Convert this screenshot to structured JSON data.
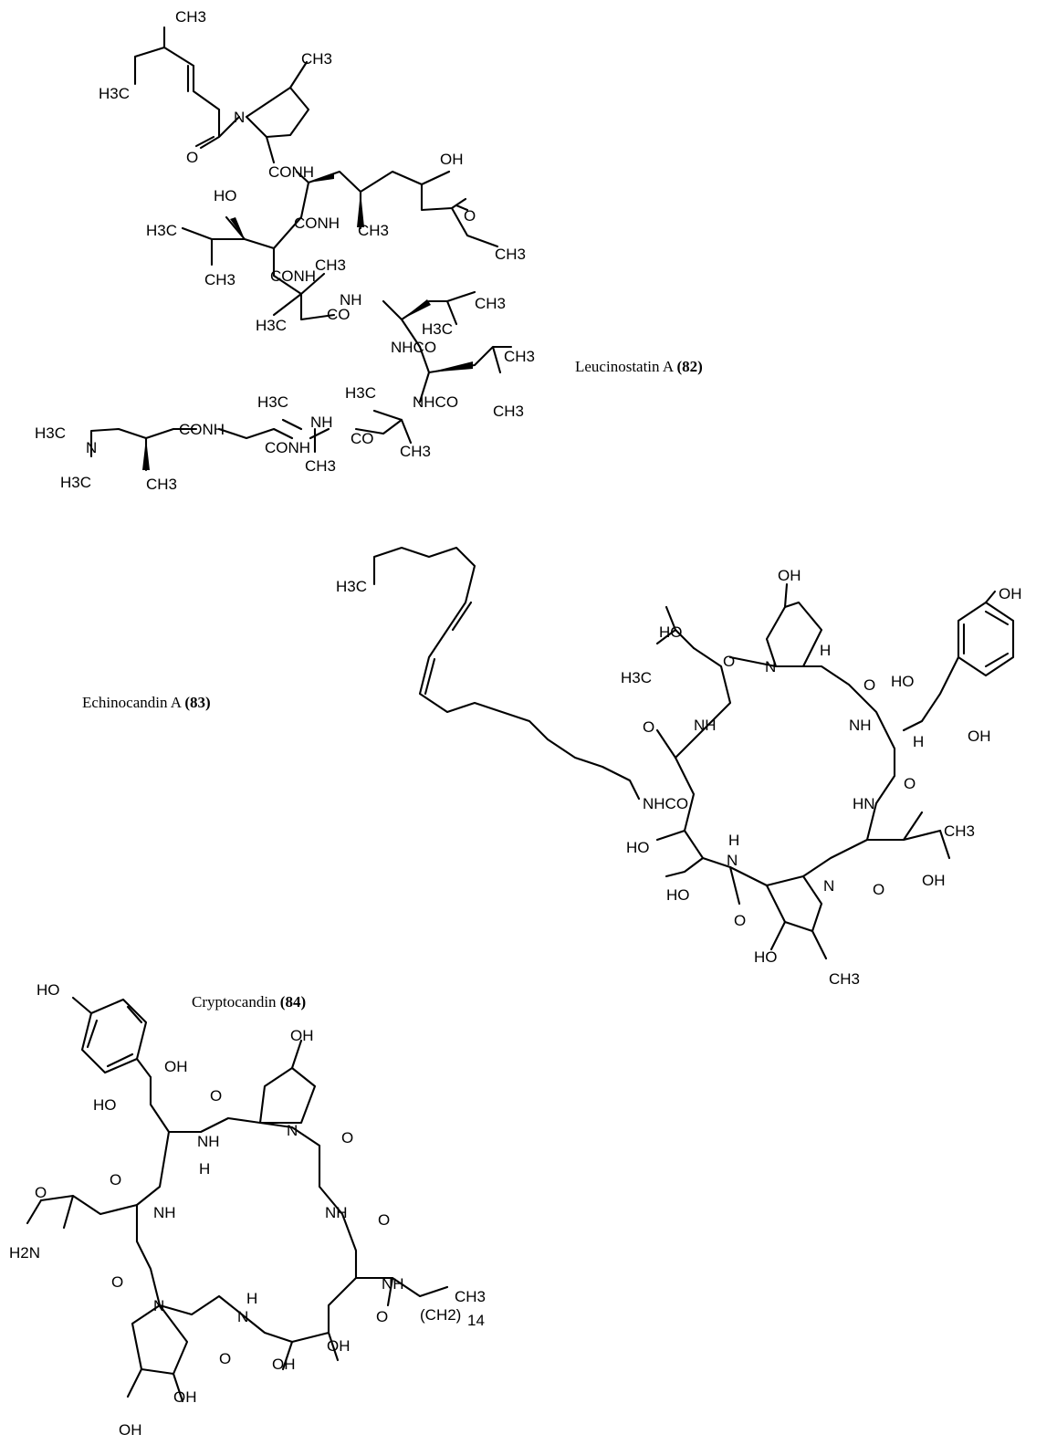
{
  "compounds": [
    {
      "name": "Leucinostatin A",
      "number": "(82)"
    },
    {
      "name": "Echinocandin A",
      "number": "(83)"
    },
    {
      "name": "Cryptocandin",
      "number": "(84)"
    }
  ],
  "leucinostatin_labels": {
    "ch3": "CH3",
    "h3c": "H3C",
    "n": "N",
    "o": "O",
    "oh": "OH",
    "ho": "HO",
    "conh": "CONH",
    "nh": "NH",
    "co": "CO",
    "nhco": "NHCO",
    "co_nh": "CO-NH",
    "nh_co": "NH-CO"
  },
  "echinocandin_labels": {
    "h3c": "H3C",
    "oh": "OH",
    "ho": "HO",
    "o": "O",
    "n": "N",
    "nh": "NH",
    "hn": "HN",
    "h": "H",
    "ch3": "CH3",
    "nhco": "NHCO"
  },
  "cryptocandin_labels": {
    "ho": "HO",
    "oh": "OH",
    "o": "O",
    "n": "N",
    "nh": "NH",
    "h": "H",
    "h2n": "H2N",
    "ch3": "CH3",
    "ch2": "(CH2)",
    "sub14": "14"
  }
}
